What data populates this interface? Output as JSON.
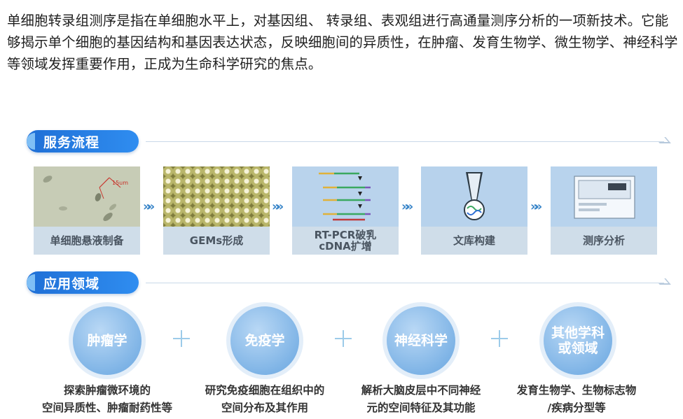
{
  "intro": "单细胞转录组测序是指在单细胞水平上，对基因组、 转录组、表观组进行高通量测序分析的一项新技术。它能够揭示单个细胞的基因结构和基因表达状态，反映细胞间的异质性，在肿瘤、发育生物学、微生物学、神经科学等领域发挥重要作用，正成为生命科学研究的焦点。",
  "service": {
    "title": "服务流程",
    "cell_scale_label": "15um",
    "steps": [
      {
        "label": "单细胞悬液制备"
      },
      {
        "label": "GEMs形成"
      },
      {
        "label": "RT-PCR破乳\ncDNA扩增"
      },
      {
        "label": "文库构建"
      },
      {
        "label": "测序分析"
      }
    ],
    "arrow": "»»"
  },
  "application": {
    "title": "应用领域",
    "areas": [
      {
        "name": "肿瘤学",
        "desc": "探索肿瘤微环境的\n空间异质性、肿瘤耐药性等"
      },
      {
        "name": "免疫学",
        "desc": "研究免疫细胞在组织中的\n空间分布及其作用"
      },
      {
        "name": "神经科学",
        "desc": "解析大脑皮层中不同神经\n元的空间特征及其功能"
      },
      {
        "name": "其他学科\n或领域",
        "desc": "发育生物学、生物标志物\n/疾病分型等"
      }
    ]
  },
  "colors": {
    "accent": "#2f8df0",
    "circle": "#7fb4e6",
    "panel": "#cfdde9"
  }
}
